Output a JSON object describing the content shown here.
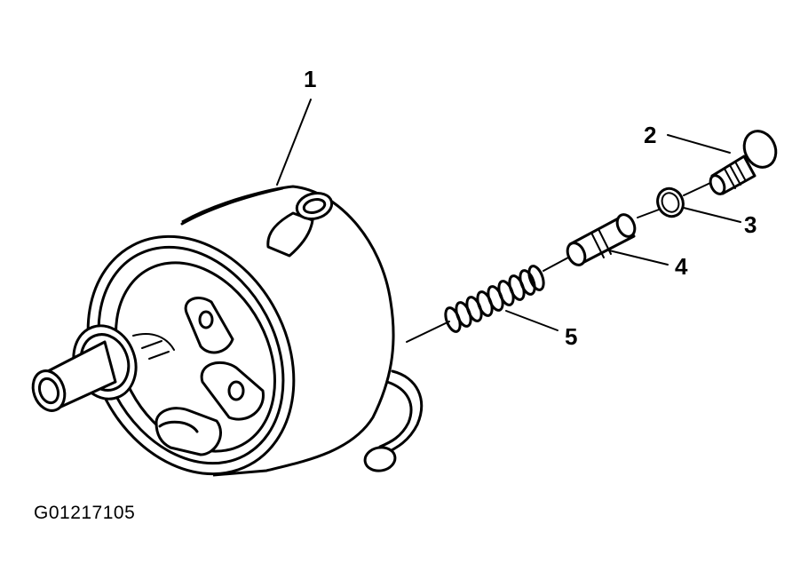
{
  "callouts": [
    {
      "id": "1",
      "label": "1"
    },
    {
      "id": "2",
      "label": "2"
    },
    {
      "id": "3",
      "label": "3"
    },
    {
      "id": "4",
      "label": "4"
    },
    {
      "id": "5",
      "label": "5"
    }
  ],
  "figure_id": "G01217105",
  "colors": {
    "line": "#000000",
    "background": "#ffffff"
  }
}
